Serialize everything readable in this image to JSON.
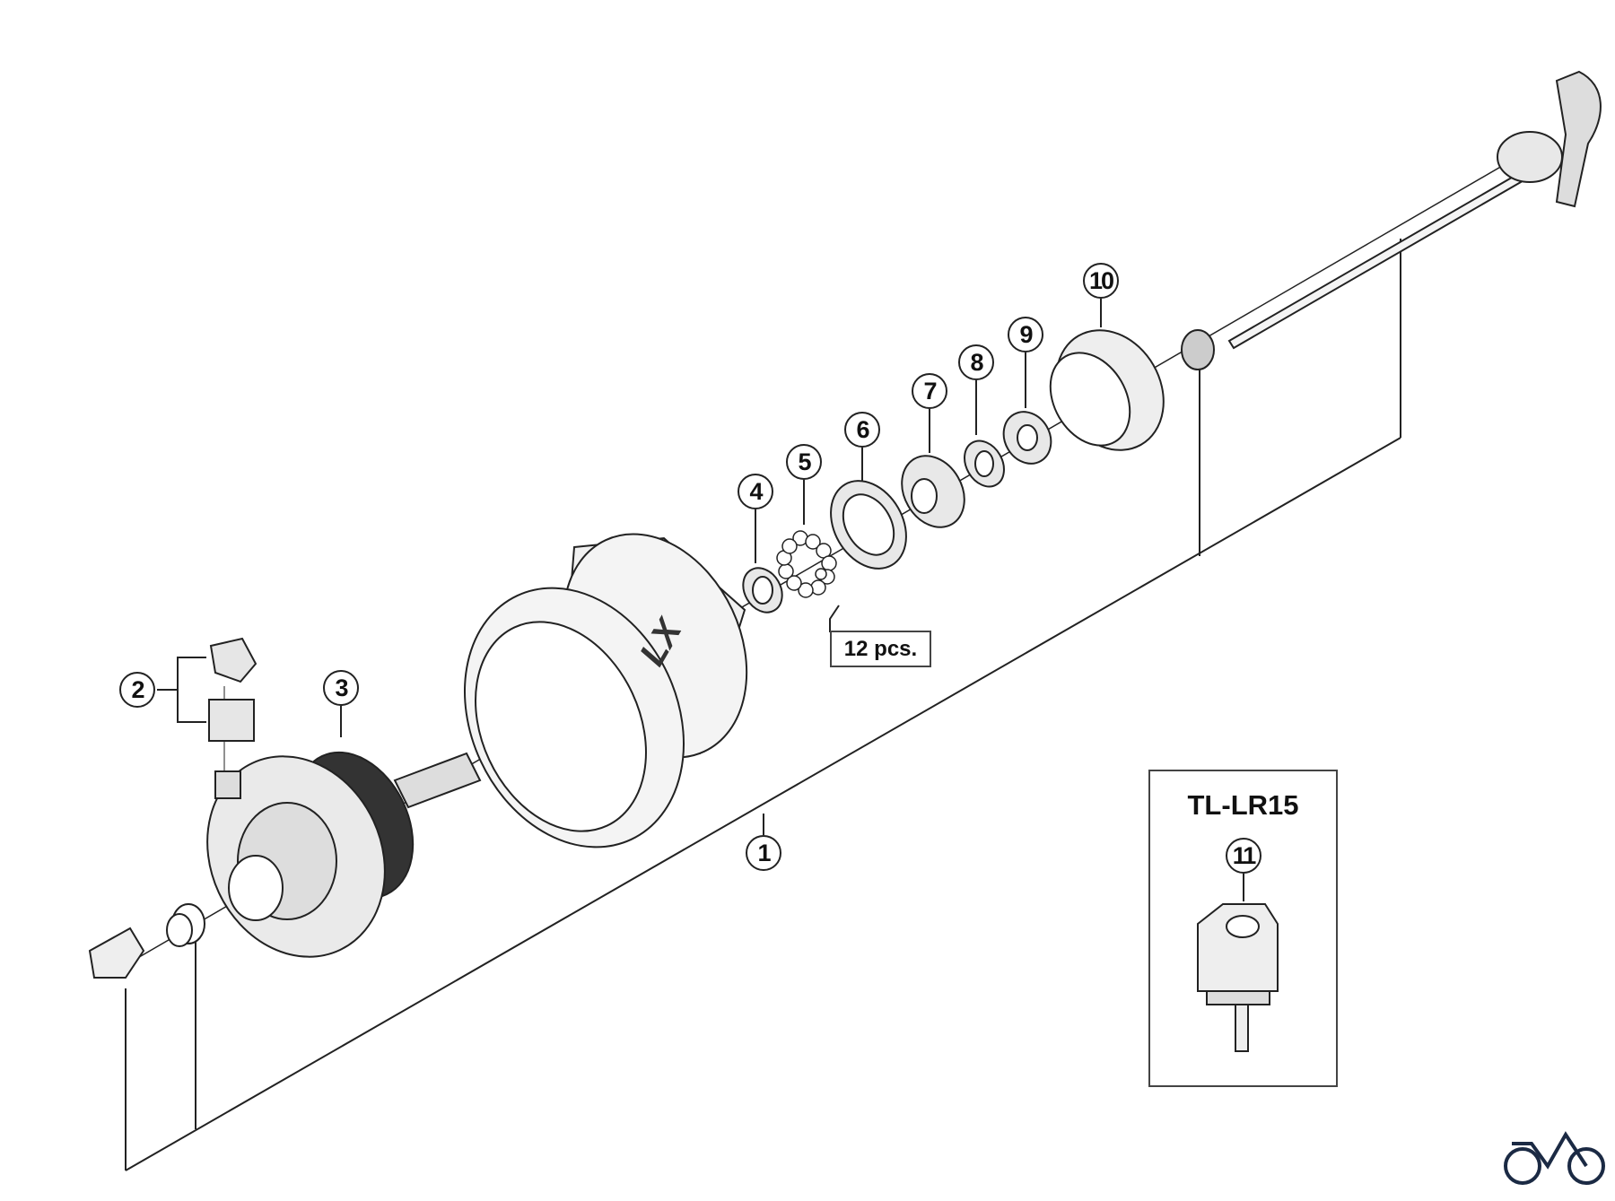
{
  "diagram": {
    "callouts": [
      "1",
      "2",
      "3",
      "4",
      "5",
      "6",
      "7",
      "8",
      "9",
      "10",
      "11"
    ],
    "quantity_note": "12 pcs.",
    "tool_box_title": "TL-LR15",
    "hub_brand_mark": "LX",
    "logo_icon": "bicycle-logo-icon",
    "line_color": "#222222",
    "logo_color": "#1b2a44"
  }
}
